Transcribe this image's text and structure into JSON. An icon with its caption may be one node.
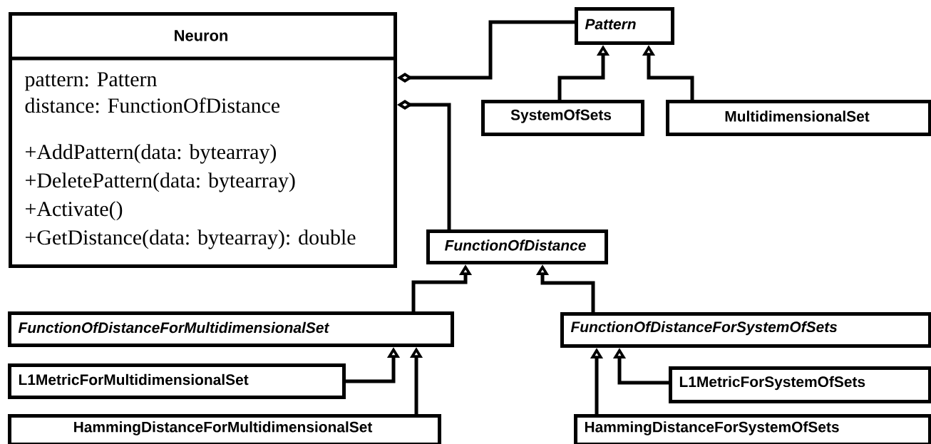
{
  "diagram": {
    "nodes": [
      {
        "text": [
          "Neuron",
          "pattern: Pattern",
          "distance: FunctionOfDistance",
          "+AddPattern(data: bytearray)",
          "+DeletePattern(data: bytearray)",
          "+Activate()",
          "+GetDistance(data: bytearray): double"
        ]
      },
      {
        "text": [
          "Pattern"
        ]
      },
      {
        "text": [
          "SystemOfSets"
        ]
      },
      {
        "text": [
          "MultidimensionalSet"
        ]
      },
      {
        "text": [
          "FunctionOfDistance"
        ]
      },
      {
        "text": [
          "FunctionOfDistanceForMultidimensionalSet"
        ]
      },
      {
        "text": [
          "FunctionOfDistanceForSystemOfSets"
        ]
      },
      {
        "text": [
          "L1MetricForMultidimensionalSet"
        ]
      },
      {
        "text": [
          "HammingDistanceForMultidimensionalSet"
        ]
      },
      {
        "text": [
          "L1MetricForSystemOfSets"
        ]
      },
      {
        "text": [
          "HammingDistanceForSystemOfSets"
        ]
      }
    ],
    "edges": [
      {
        "from": 0,
        "to": 1,
        "arrow": "other"
      },
      {
        "from": 0,
        "to": 4,
        "arrow": "other"
      },
      {
        "from": 2,
        "to": 1,
        "arrow": "to"
      },
      {
        "from": 3,
        "to": 1,
        "arrow": "to"
      },
      {
        "from": 5,
        "to": 4,
        "arrow": "to"
      },
      {
        "from": 6,
        "to": 4,
        "arrow": "to"
      },
      {
        "from": 7,
        "to": 5,
        "arrow": "to"
      },
      {
        "from": 8,
        "to": 5,
        "arrow": "to"
      },
      {
        "from": 9,
        "to": 6,
        "arrow": "to"
      },
      {
        "from": 10,
        "to": 6,
        "arrow": "to"
      }
    ]
  }
}
